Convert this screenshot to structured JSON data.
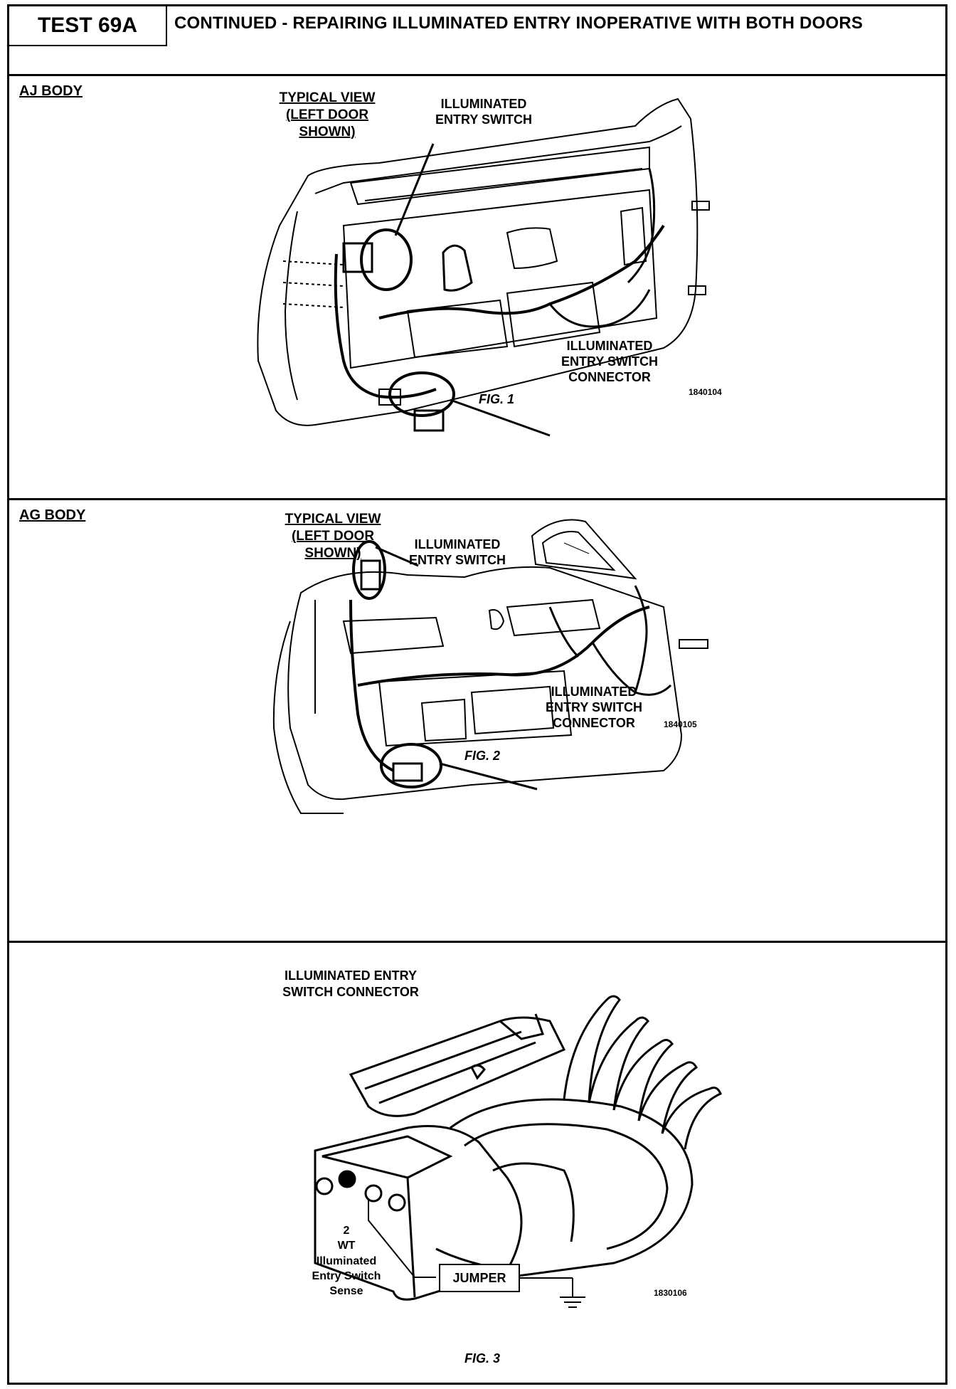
{
  "header": {
    "test_id": "TEST 69A",
    "title": "CONTINUED - REPAIRING ILLUMINATED ENTRY INOPERATIVE WITH BOTH DOORS"
  },
  "sections": [
    {
      "body": "AJ BODY",
      "view_label": [
        "TYPICAL VIEW",
        "(LEFT DOOR",
        "SHOWN)"
      ],
      "switch_label": [
        "ILLUMINATED",
        "ENTRY SWITCH"
      ],
      "connector_label": [
        "ILLUMINATED",
        "ENTRY SWITCH",
        "CONNECTOR"
      ],
      "figure_number": "1840104",
      "caption": "FIG. 1"
    },
    {
      "body": "AG BODY",
      "view_label": [
        "TYPICAL VIEW",
        "(LEFT DOOR",
        "SHOWN)"
      ],
      "switch_label": [
        "ILLUMINATED",
        "ENTRY SWITCH"
      ],
      "connector_label": [
        "ILLUMINATED",
        "ENTRY SWITCH",
        "CONNECTOR"
      ],
      "figure_number": "1840105",
      "caption": "FIG. 2"
    },
    {
      "title": [
        "ILLUMINATED ENTRY",
        "SWITCH CONNECTOR"
      ],
      "pin_label": [
        "2",
        "WT",
        "Illuminated",
        "Entry Switch",
        "Sense"
      ],
      "jumper": "JUMPER",
      "figure_number": "1830106",
      "caption": "FIG. 3"
    }
  ]
}
